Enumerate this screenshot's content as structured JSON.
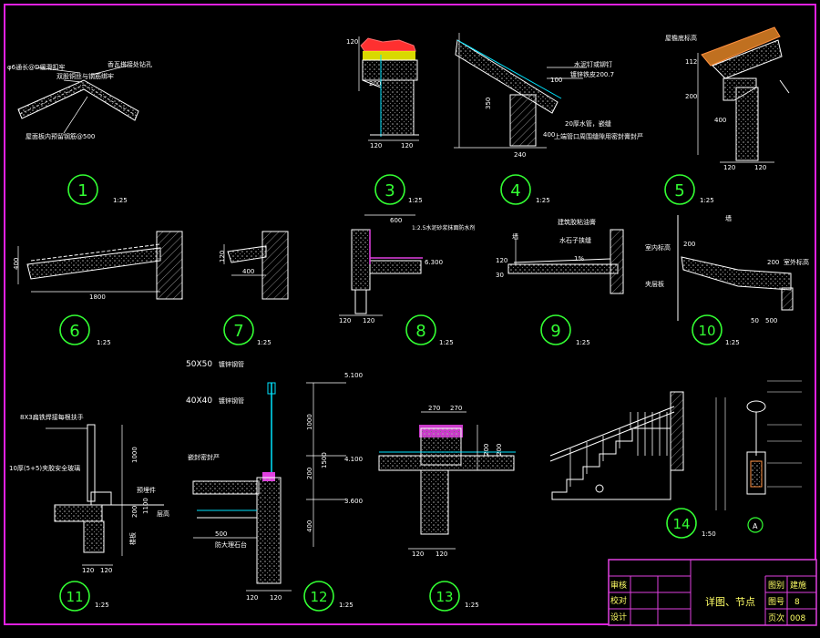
{
  "annotations": {
    "d1_a": "φ6通长@D缓滑扣牢",
    "d1_b": "香瓦搭接处钻孔",
    "d1_c": "双股铜丝与钢筋绑牢",
    "d1_d": "屋面板内预留钢筋@500",
    "d4_a": "水泥钉或铆钉",
    "d4_b": "镀锌铁皮200.7",
    "d4_c": "20厚水管，嵌缝",
    "d4_d": "上端管口周围缝隙用密封膏封严",
    "d5_a": "屋檐底标高",
    "d8_a": "1:2.5水泥砂浆抹面防水剂",
    "d8_b": "6.300",
    "d9_a": "建筑胶粘油膏",
    "d9_b": "水石子挟缝",
    "d9_c": "1%",
    "d9_d": "墙",
    "d10_a": "墙",
    "d10_b": "室内标高",
    "d10_c": "室外标高",
    "d10_d": "夹层板",
    "d11_a": "8X3扁铁焊接每根扶手",
    "d11_b": "10厚(5+5)夹胶安全玻璃",
    "d11_c": "预埋件",
    "d11_d": "层高",
    "d11_e": "楼板",
    "d12_a": "50X50",
    "d12_b": "镀锌钢管",
    "d12_c": "40X40",
    "d12_d": "镀锌钢管",
    "d12_e": "嵌封密封严",
    "d12_f": "防大理石台",
    "d12_g": "5.100",
    "d12_h": "4.100",
    "d12_i": "3.600"
  },
  "dims": {
    "d3_120a": "120",
    "d3_200": "200",
    "d3_120b": "120",
    "d3_120c": "120",
    "d4_350": "350",
    "d4_400": "400",
    "d4_240": "240",
    "d4_100": "100",
    "d5_112": "112",
    "d5_200": "200",
    "d5_400": "400",
    "d5_120a": "120",
    "d5_120b": "120",
    "d6_400": "400",
    "d6_1800": "1800",
    "d7_120": "120",
    "d7_400": "400",
    "d8_600": "600",
    "d8_120a": "120",
    "d8_120b": "120",
    "d9_120": "120",
    "d9_30": "30",
    "d10_200a": "200",
    "d10_200b": "200",
    "d10_50": "50",
    "d10_500": "500",
    "d11_1000": "1000",
    "d11_1100": "1100",
    "d11_200": "200",
    "d11_120a": "120",
    "d11_120b": "120",
    "d12_1000": "1000",
    "d12_1500": "1500",
    "d12_200": "200",
    "d12_400": "400",
    "d12_500": "500",
    "d12_120a": "120",
    "d12_120b": "120",
    "d13_270a": "270",
    "d13_270b": "270",
    "d13_200a": "200",
    "d13_200b": "200",
    "d13_120a": "120",
    "d13_120b": "120"
  },
  "details": [
    {
      "num": "1",
      "scale": "1:25"
    },
    {
      "num": "3",
      "scale": "1:25"
    },
    {
      "num": "4",
      "scale": "1:25"
    },
    {
      "num": "5",
      "scale": "1:25"
    },
    {
      "num": "6",
      "scale": "1:25"
    },
    {
      "num": "7",
      "scale": "1:25"
    },
    {
      "num": "8",
      "scale": "1:25"
    },
    {
      "num": "9",
      "scale": "1:25"
    },
    {
      "num": "10",
      "scale": "1:25"
    },
    {
      "num": "11",
      "scale": "1:25"
    },
    {
      "num": "12",
      "scale": "1:25"
    },
    {
      "num": "13",
      "scale": "1:25"
    },
    {
      "num": "14",
      "scale": "1:50"
    }
  ],
  "detail_a": {
    "label": "A"
  },
  "title_block": {
    "row1": "审核",
    "row2": "校对",
    "row3": "设计",
    "drawing_name": "详图、节点",
    "label_category": "图别",
    "value_category": "建施",
    "label_number": "图号",
    "value_number": "8",
    "label_page": "页次",
    "value_page": "008"
  },
  "colors": {
    "frame": "#e020e0",
    "bubble": "#33ff33",
    "line": "#ffffff",
    "hatch": "#888888",
    "accent": "#00e5ff",
    "roof": "#ff3030"
  }
}
